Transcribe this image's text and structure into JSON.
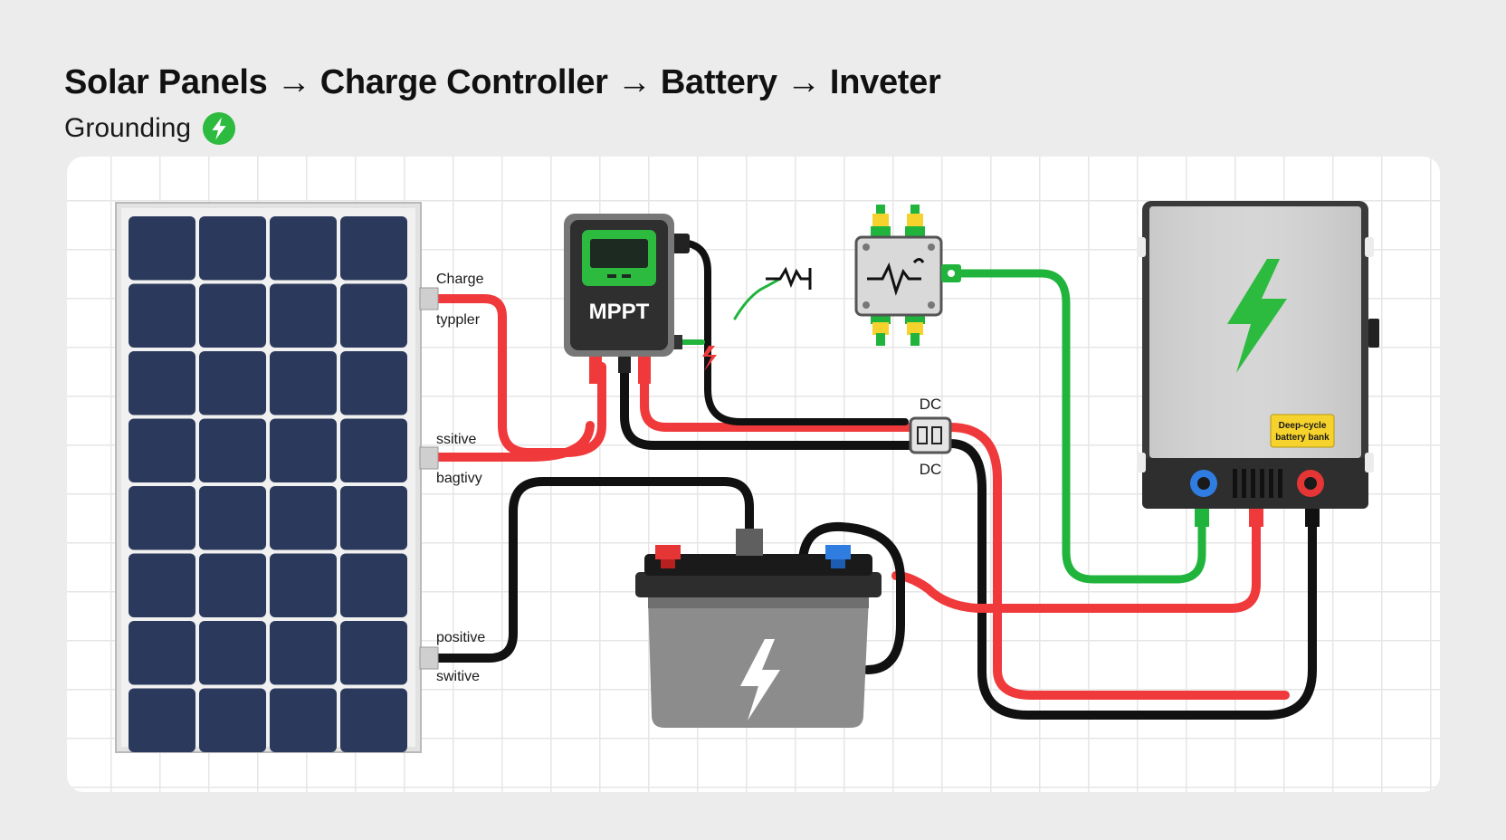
{
  "header": {
    "title": "Solar Panels → Charge Controller → Battery → Inveter",
    "subtitle": "Grounding"
  },
  "colors": {
    "positive_wire": "#f0393b",
    "negative_wire": "#111111",
    "ground_wire": "#20b43c",
    "panel_cell": "#2b3a5c",
    "inverter_body": "#cfcfcf",
    "accent_green": "#2dbb3f",
    "label_yellow": "#f5d22c"
  },
  "panel": {
    "labels": {
      "top_a": "Charge",
      "top_b": "typpler",
      "mid_a": "ssitive",
      "mid_b": "bagtivy",
      "bot_a": "positive",
      "bot_b": "switive"
    }
  },
  "controller": {
    "name": "MPPT"
  },
  "junction": {
    "top_label": "DC",
    "bottom_label": "DC"
  },
  "inverter": {
    "tag_line1": "Deep-cycle",
    "tag_line2": "battery bank"
  },
  "icons": [
    "lightning-icon",
    "ground-icon",
    "fuse-icon",
    "solar-panel-icon",
    "battery-icon",
    "inverter-icon"
  ]
}
